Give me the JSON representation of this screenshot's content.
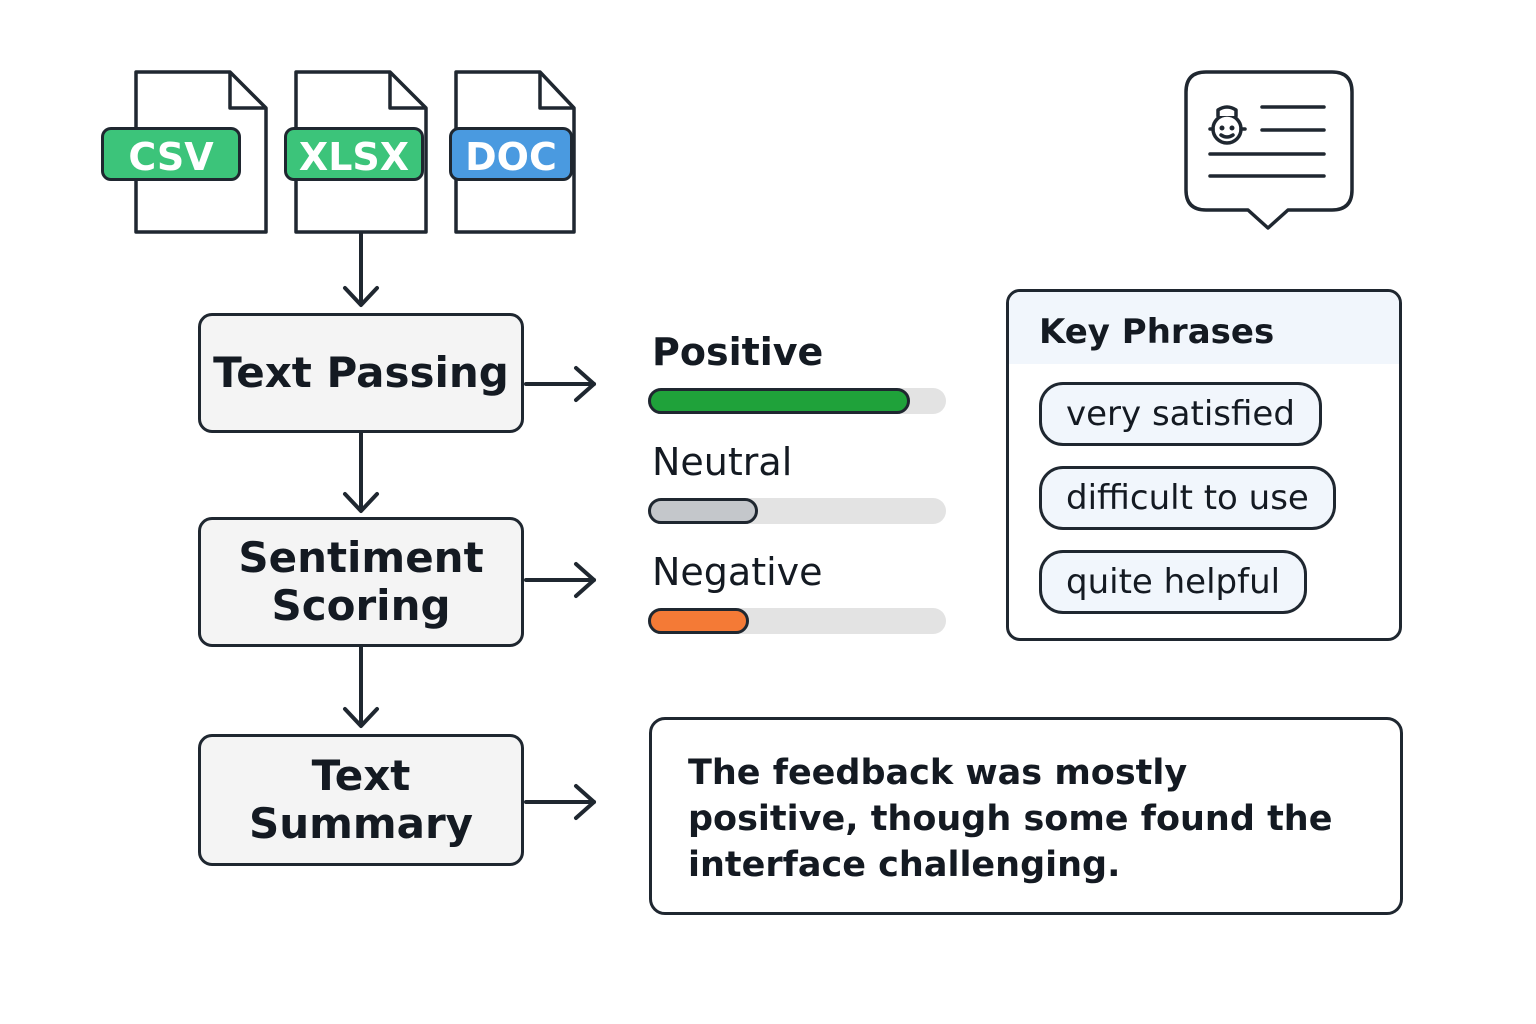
{
  "files": [
    {
      "label": "CSV",
      "color": "#3cc47a"
    },
    {
      "label": "XLSX",
      "color": "#3cc47a"
    },
    {
      "label": "DOC",
      "color": "#4a9ae0"
    }
  ],
  "pipeline": {
    "steps": [
      "Text Passing",
      "Sentiment Scoring",
      "Text Summary"
    ]
  },
  "sentiment": {
    "items": [
      {
        "label": "Positive",
        "level": 0.88,
        "color": "#1fa23a"
      },
      {
        "label": "Neutral",
        "level": 0.37,
        "color": "#c4c7cb"
      },
      {
        "label": "Negative",
        "level": 0.34,
        "color": "#f47a36"
      }
    ]
  },
  "key_phrases": {
    "title": "Key Phrases",
    "items": [
      "very satisfied",
      "difficult to use",
      "quite helpful"
    ]
  },
  "summary": {
    "text": "The feedback was mostly positive, though some found the interface challenging."
  },
  "icons": {
    "chat": "chat-document-icon",
    "bot": "bot-face-icon",
    "file": "file-icon",
    "arrow": "arrow-icon"
  }
}
